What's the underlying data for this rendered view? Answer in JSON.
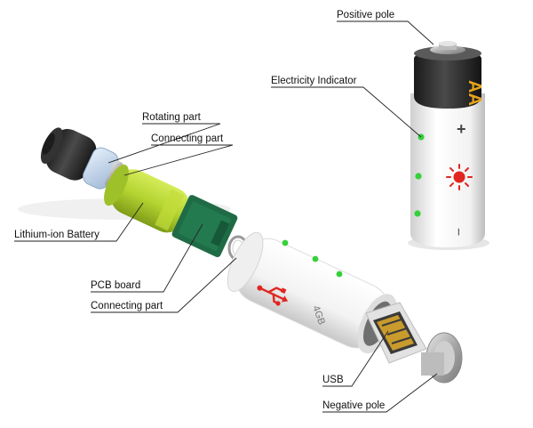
{
  "labels": {
    "positive_pole": "Positive pole",
    "electricity_indicator": "Electricity Indicator",
    "rotating_part": "Rotating part",
    "connecting_part_top": "Connecting part",
    "lithium_ion_battery": "Lithium-ion Battery",
    "pcb_board": "PCB board",
    "connecting_part_bottom": "Connecting part",
    "usb": "USB",
    "negative_pole": "Negative pole"
  },
  "battery_markings": {
    "size": "AA",
    "plus": "+",
    "minus": "−",
    "capacity": "4GB"
  },
  "colors": {
    "indicator_led": "#35d03a",
    "sun_icon": "#e0261f",
    "usb_icon": "#e0261f",
    "aa_text": "#e8a31c",
    "cell_lime": "#a9cc2a",
    "pcb_green": "#1f6b45",
    "cap_dark": "#2b2b2b"
  },
  "icons": [
    "sun-icon",
    "usb-symbol-icon"
  ]
}
